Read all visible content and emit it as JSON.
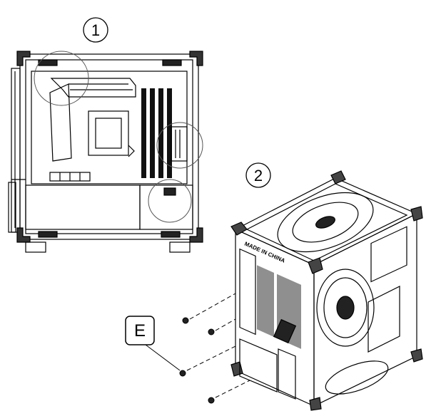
{
  "steps": [
    {
      "number": "1"
    },
    {
      "number": "2"
    }
  ],
  "callout": {
    "letter": "E"
  },
  "case_text": "MADE IN CHINA"
}
